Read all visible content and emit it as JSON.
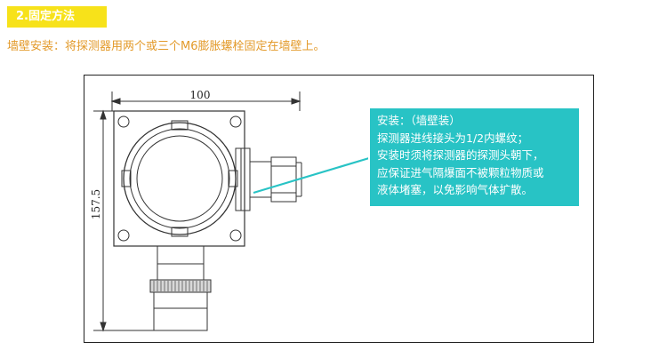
{
  "section": {
    "label": "2.固定方法"
  },
  "intro": {
    "text": "墙壁安装：将探测器用两个或三个M6膨胀螺栓固定在墙壁上。"
  },
  "figure": {
    "width_dim_label": "100",
    "height_dim_label": "157.5"
  },
  "note": {
    "title": "安装：（墙壁装）",
    "lines": [
      "探测器进线接头为1/2内螺纹；",
      "安装时须将探测器的探测头朝下，",
      "应保证进气隔爆面不被颗粒物质或",
      "液体堵塞，以免影响气体扩散。"
    ]
  },
  "colors": {
    "tag_background": "#f7e21a",
    "intro_text": "#e39a2a",
    "note_background": "#28c3c5"
  }
}
